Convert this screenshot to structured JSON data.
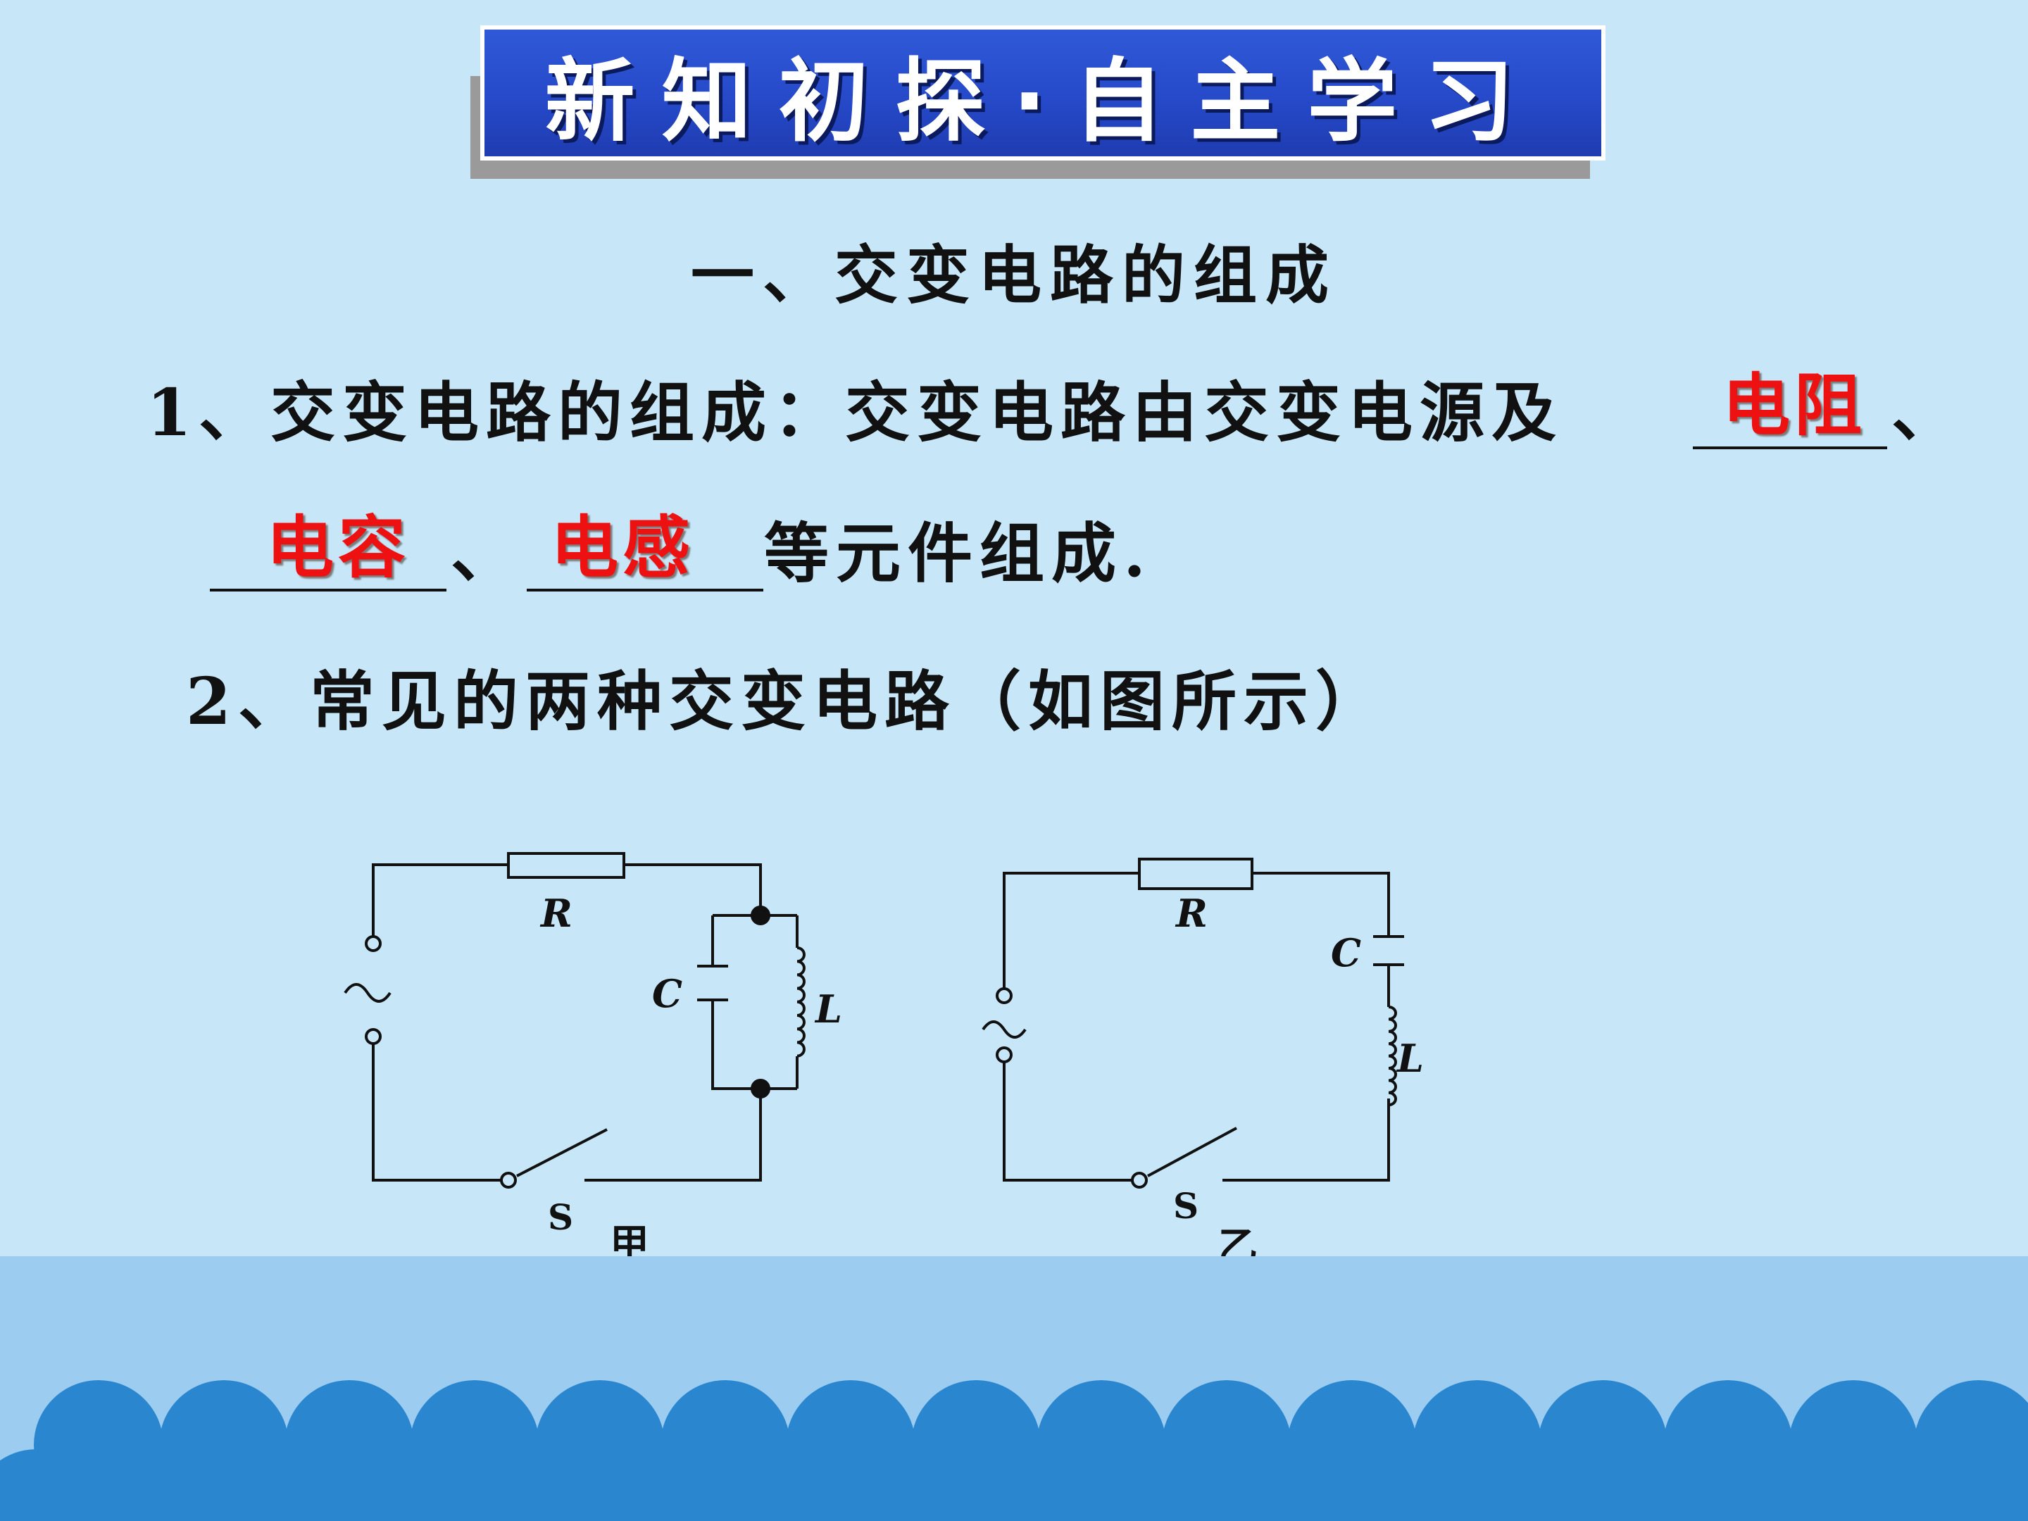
{
  "banner": {
    "title": "新知初探·自主学习"
  },
  "section": {
    "heading": "一、交变电路的组成"
  },
  "item1": {
    "prefix": "1、交变电路的组成：交变电路由交变电源及",
    "sep1": "、",
    "sep2": "、",
    "suffix": "等元件组成.",
    "answers": [
      "电阻",
      "电容",
      "电感"
    ]
  },
  "item2": {
    "text": "2、常见的两种交变电路（如图所示）"
  },
  "circuits": [
    {
      "caption": "甲",
      "resistor_label": "R",
      "capacitor_label": "C",
      "inductor_label": "L",
      "switch_label": "S",
      "source_symbol": "~"
    },
    {
      "caption": "乙",
      "resistor_label": "R",
      "capacitor_label": "C",
      "inductor_label": "L",
      "switch_label": "S",
      "source_symbol": "~"
    }
  ],
  "colors": {
    "background": "#c7e7f9",
    "banner": "#2548c7",
    "answer": "#ee1111",
    "wave_light": "#9ccdf0",
    "wave_dark": "#2a86cf"
  }
}
